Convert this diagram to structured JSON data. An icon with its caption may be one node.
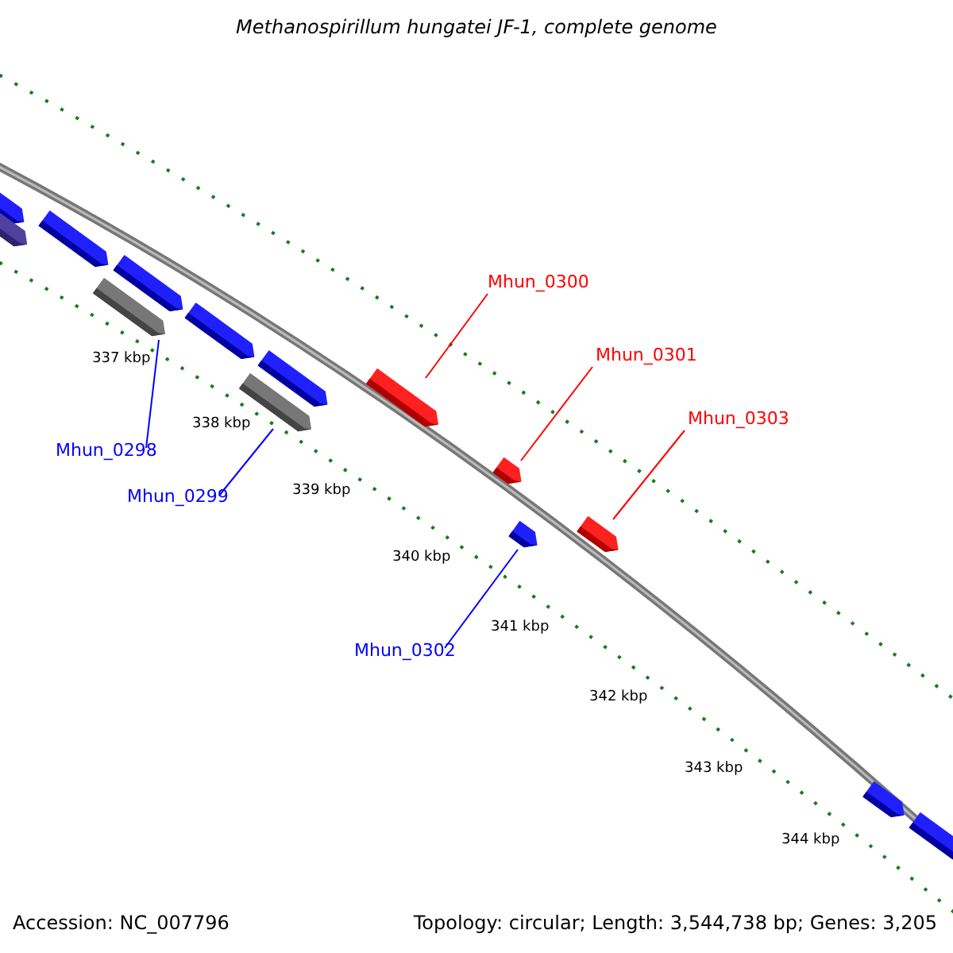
{
  "diagram": {
    "title": "Methanospirillum hungatei JF-1, complete genome",
    "nodes": [
      {
        "text": [
          "Mhun_0300"
        ]
      },
      {
        "text": [],
        "shape": "bar"
      },
      {
        "text": [
          "Mhun_0301"
        ]
      },
      {
        "text": [],
        "shape": "bar"
      },
      {
        "text": [
          "Mhun_0303"
        ]
      },
      {
        "text": [],
        "shape": "bar"
      },
      {
        "text": [
          "Mhun_0298"
        ]
      },
      {
        "text": [],
        "shape": "bar"
      },
      {
        "text": [
          "Mhun_0299"
        ]
      },
      {
        "text": [],
        "shape": "bar"
      },
      {
        "text": [
          "Mhun_0302"
        ]
      },
      {
        "text": [],
        "shape": "bar"
      }
    ],
    "edges": [
      {
        "from": 0,
        "to": 1,
        "arrow": "none"
      },
      {
        "from": 2,
        "to": 3,
        "arrow": "none"
      },
      {
        "from": 4,
        "to": 5,
        "arrow": "none"
      },
      {
        "from": 6,
        "to": 7,
        "arrow": "none",
        "color": "#0000ff"
      },
      {
        "from": 8,
        "to": 9,
        "arrow": "none",
        "color": "#0000ff"
      },
      {
        "from": 10,
        "to": 11,
        "arrow": "none",
        "color": "#0000ff"
      }
    ],
    "labels": [
      "337 kbp",
      "338 kbp",
      "339 kbp",
      "340 kbp",
      "341 kbp",
      "342 kbp",
      "343 kbp",
      "344 kbp",
      "Accession: NC_007796",
      "Topology: circular; Length: 3,544,738 bp; Genes: 3,205"
    ]
  }
}
